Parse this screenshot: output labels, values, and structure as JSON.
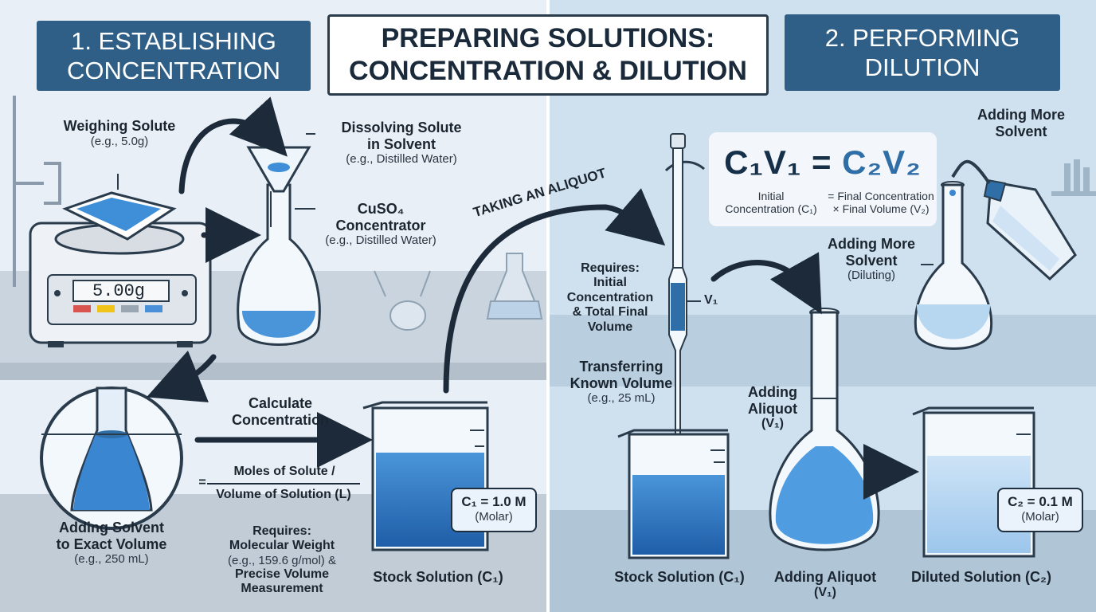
{
  "title": {
    "line1": "PREPARING SOLUTIONS:",
    "line2": "CONCENTRATION & DILUTION"
  },
  "section1": {
    "line1": "1. ESTABLISHING",
    "line2": "CONCENTRATION"
  },
  "section2": {
    "line1": "2. PERFORMING",
    "line2": "DILUTION"
  },
  "weighing": {
    "title": "Weighing Solute",
    "example": "(e.g., 5.0g)",
    "display": "5.00g"
  },
  "dissolving": {
    "line1": "Dissolving Solute",
    "line2": "in Solvent",
    "example": "(e.g., Distilled Water)"
  },
  "cuso4": {
    "line1": "CuSO₄",
    "line2": "Concentrator",
    "example": "(e.g., Distilled Water)"
  },
  "adding_solvent": {
    "line1": "Adding Solvent",
    "line2": "to Exact Volume",
    "example": "(e.g., 250 mL)"
  },
  "calculate": {
    "line1": "Calculate",
    "line2": "Concentration"
  },
  "fraction": {
    "eq": "=",
    "numerator": "Moles of Solute /",
    "denominator": "Volume of Solution (L)"
  },
  "requires1": {
    "line1": "Requires:",
    "line2": "Molecular Weight",
    "line3": "(e.g., 159.6 g/mol) &",
    "line4": "Precise Volume",
    "line5": "Measurement"
  },
  "stock_left": {
    "label": "Stock Solution (C₁)",
    "callout_value": "C₁ = 1.0 M",
    "callout_unit": "(Molar)"
  },
  "aliquot_arrow": "TAKING AN ALIQUOT",
  "formula": {
    "c1v1": "C₁V₁",
    "equals": "=",
    "c2v2": "C₂V₂",
    "left_line1": "Initial",
    "left_line2": "Concentration (C₁)",
    "right_line1": "= Final Concentration",
    "right_line2": "× Final Volume (V₂)"
  },
  "requires2": {
    "line1": "Requires:",
    "line2": "Initial",
    "line3": "Concentration",
    "line4": "& Total Final",
    "line5": "Volume"
  },
  "v1_mark": "V₁",
  "transferring": {
    "line1": "Transferring",
    "line2": "Known Volume",
    "example": "(e.g., 25 mL)"
  },
  "adding_more_top": {
    "line1": "Adding More",
    "line2": "Solvent"
  },
  "adding_more_mid": {
    "line1": "Adding More",
    "line2": "Solvent",
    "sub": "(Diluting)"
  },
  "adding_aliquot_mid": {
    "line1": "Adding",
    "line2": "Aliquot",
    "line3": "(V₁)"
  },
  "stock_right": "Stock Solution (C₁)",
  "adding_aliquot_bottom": {
    "line1": "Adding Aliquot",
    "line2": "(V₁)"
  },
  "diluted": {
    "label": "Diluted Solution (C₂)",
    "callout_value": "C₂ = 0.1 M",
    "callout_unit": "(Molar)"
  },
  "colors": {
    "header": "#2f5f86",
    "liquid": "#3a86d0",
    "liquid_dark": "#1f5ea8",
    "arrow": "#1c2a3a"
  }
}
